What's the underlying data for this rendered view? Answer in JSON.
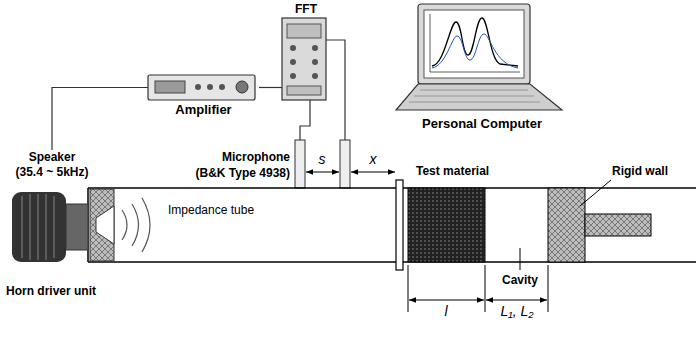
{
  "diagram": {
    "nodes": [
      {
        "text": [
          "Amplifier"
        ]
      },
      {
        "text": [
          "FFT"
        ]
      },
      {
        "text": [
          "Personal Computer"
        ]
      },
      {
        "text": [
          "Speaker",
          "(35.4 ~ 5kHz)"
        ]
      }
    ],
    "edges": [
      {
        "from": 0,
        "to": 3,
        "arrow": "none"
      },
      {
        "from": 0,
        "to": 1,
        "arrow": "none"
      }
    ],
    "labels": [
      "Impedance tube",
      "Microphone",
      "(B&K Type 4938)",
      "s",
      "x",
      "Test material",
      "Rigid wall",
      "Horn driver unit",
      "Cavity",
      "l",
      "L₁, L₂"
    ]
  }
}
